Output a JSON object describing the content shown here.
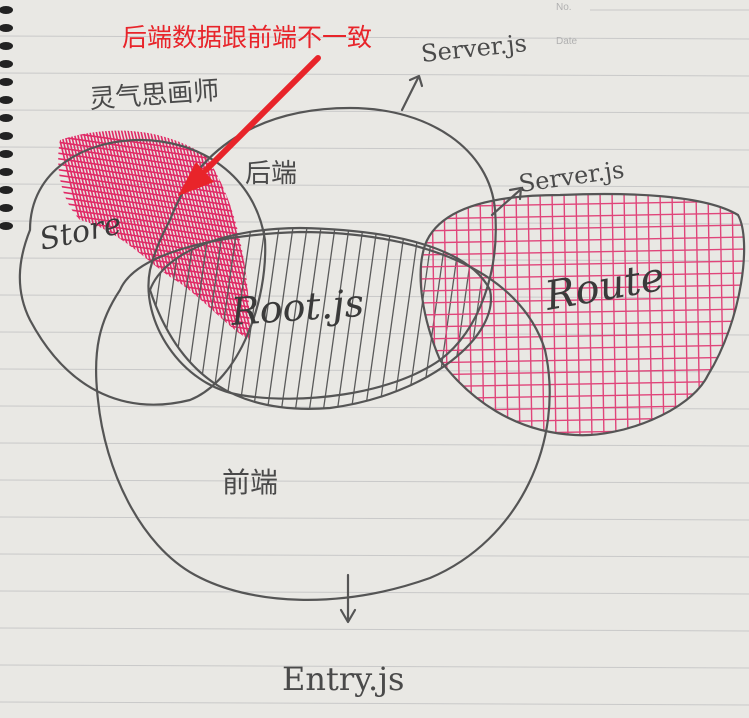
{
  "header": {
    "no_label": "No.",
    "date_label": "Date"
  },
  "annotation": {
    "text": "后端数据跟前端不一致",
    "color": "#e8242a"
  },
  "labels": {
    "server_top": "Server.js",
    "server_right": "Server.js",
    "store": "Store",
    "top_left_note": "灵气思画师",
    "backend": "后端",
    "root": "Root.js",
    "route": "Route",
    "frontend": "前端",
    "entry": "Entry.js"
  },
  "colors": {
    "paper": "#e9e8e4",
    "ink": "#555555",
    "pink": "#e0457a",
    "arrow": "#e8242a"
  }
}
